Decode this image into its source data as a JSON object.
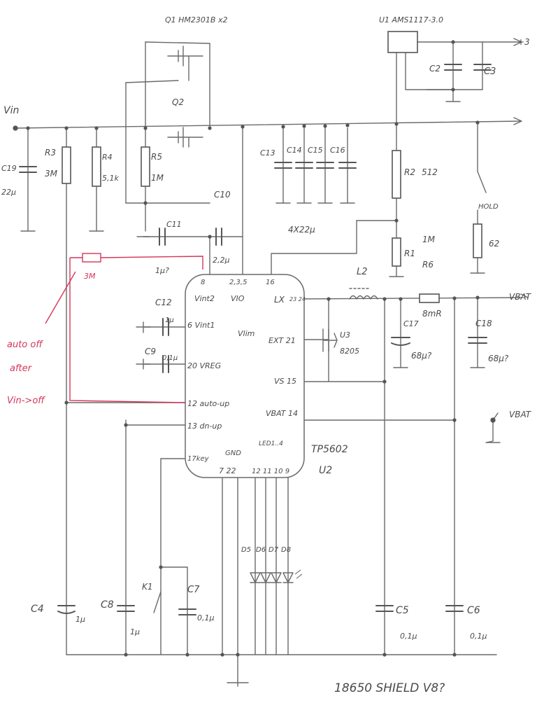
{
  "title": "18650 SHIELD V8?",
  "parts": {
    "q": "Q1 HM2301B x2",
    "q2": "Q2",
    "u1": "U1 AMS1117-3.0",
    "u1_out": "+3",
    "c2": "C2",
    "c3": "C3",
    "vin": "Vin",
    "c19": "C19",
    "c19_val": "22µ",
    "r3": "R3",
    "r3_val": "3M",
    "r4": "R4",
    "r4_val": "5,1k",
    "r5": "R5",
    "r5_val": "1M",
    "c10": "C10",
    "c11": "C11",
    "c11_val": "1µ?",
    "c10_val": "2,2µ",
    "c13": "C13",
    "c14": "C14",
    "c15": "C15",
    "c16": "C16",
    "c13_16_val": "4X22µ",
    "r2": "R2",
    "r2_val": "512",
    "r1": "R1",
    "r1_val1": "1M",
    "r1_val2": "R6",
    "hold": "HOLD",
    "hold_val": "62",
    "l2": "L2",
    "u3": "U3",
    "u3_val": "8205",
    "r_sense": "8mR",
    "c17": "C17",
    "c17_val": "68µ?",
    "c18": "C18",
    "c18_val": "68µ?",
    "vbat_out": "VBAT",
    "vbat_out2": "VBAT",
    "red_res": "3M",
    "c12": "C12",
    "c12_val": "1µ",
    "c9": "C9",
    "c9_val": "0,1µ",
    "d5": "D5",
    "d6": "D6",
    "d7": "D7",
    "d8": "D8",
    "c4": "C4",
    "c4_val": "1µ",
    "c8": "C8",
    "c8_val": "1µ",
    "k1": "K1",
    "c7": "C7",
    "c7_val": "0,1µ",
    "c5": "C5",
    "c5_val": "0,1µ",
    "c6": "C6",
    "c6_val": "0,1µ"
  },
  "ic": {
    "name": "TP5602",
    "ref": "U2",
    "pins": {
      "vint2_num": "8",
      "vio_num": "2,3,5",
      "lx_top_num": "16",
      "vint2": "Vint2",
      "vio": "VIO",
      "lx": "LX",
      "lx_num": "23\n24",
      "vint1": "6 Vint1",
      "vlim": "Vlim",
      "ext": "EXT 21",
      "vreg": "20 VREG",
      "vs": "VS 15",
      "auto_up": "12 auto-up",
      "vbat": "VBAT 14",
      "dn_up": "13 dn-up",
      "led": "LED1..4",
      "key": "17key",
      "gnd": "GND",
      "bottom_pins": "7 22",
      "led_pins": "12 11 10 9"
    }
  },
  "note": {
    "line1": "auto off",
    "line2": "after",
    "line3": "Vin->off"
  }
}
